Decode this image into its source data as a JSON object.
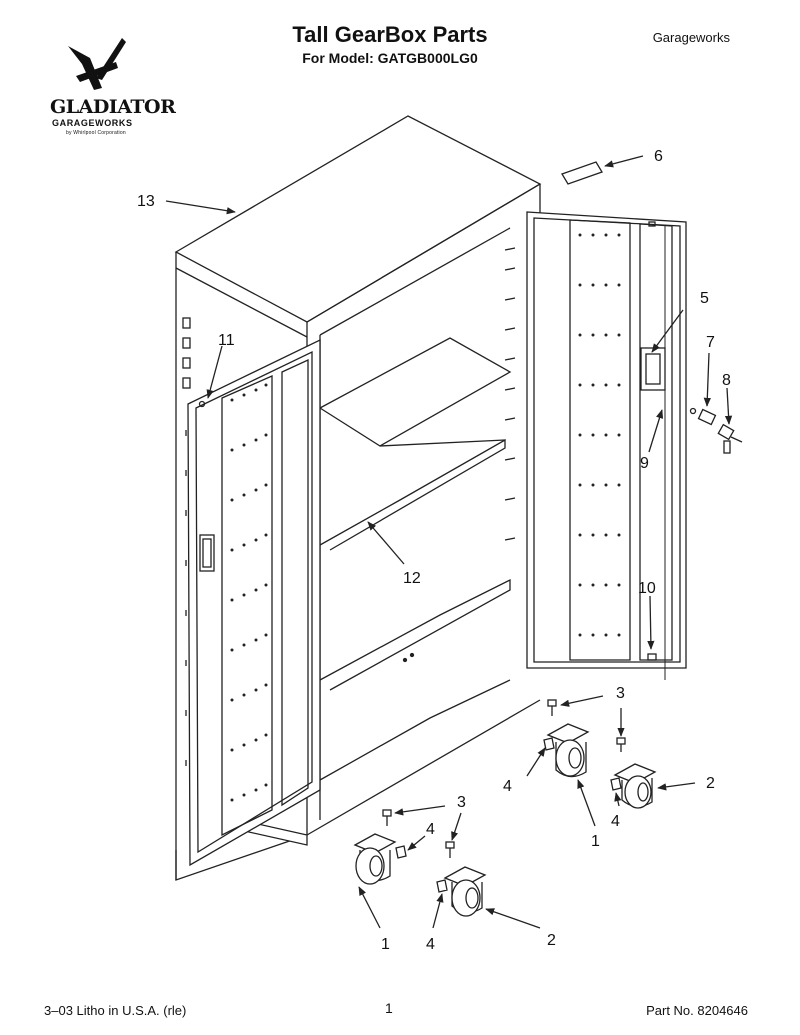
{
  "header": {
    "title": "Tall GearBox Parts",
    "subtitle": "For Model: GATGB000LG0",
    "brand_right": "Garageworks"
  },
  "logo": {
    "wordmark": "GLADIATOR",
    "sub": "GARAGEWORKS",
    "tagline": "by Whirlpool Corporation",
    "icon": "crossed-blades-logo-icon"
  },
  "callouts": {
    "c13": "13",
    "c6": "6",
    "c5": "5",
    "c7": "7",
    "c8": "8",
    "c9": "9",
    "c11": "11",
    "c12": "12",
    "c10": "10",
    "c3a": "3",
    "c4a": "4",
    "c2a": "2",
    "c1a": "1",
    "c4b": "4",
    "c3b": "3",
    "c4c": "4",
    "c1b": "1",
    "c4d": "4",
    "c2b": "2"
  },
  "footer": {
    "left": "3–03 Litho in U.S.A. (rle)",
    "center": "1",
    "right": "Part No. 8204646"
  },
  "colors": {
    "line": "#222222",
    "fill": "#ffffff"
  }
}
